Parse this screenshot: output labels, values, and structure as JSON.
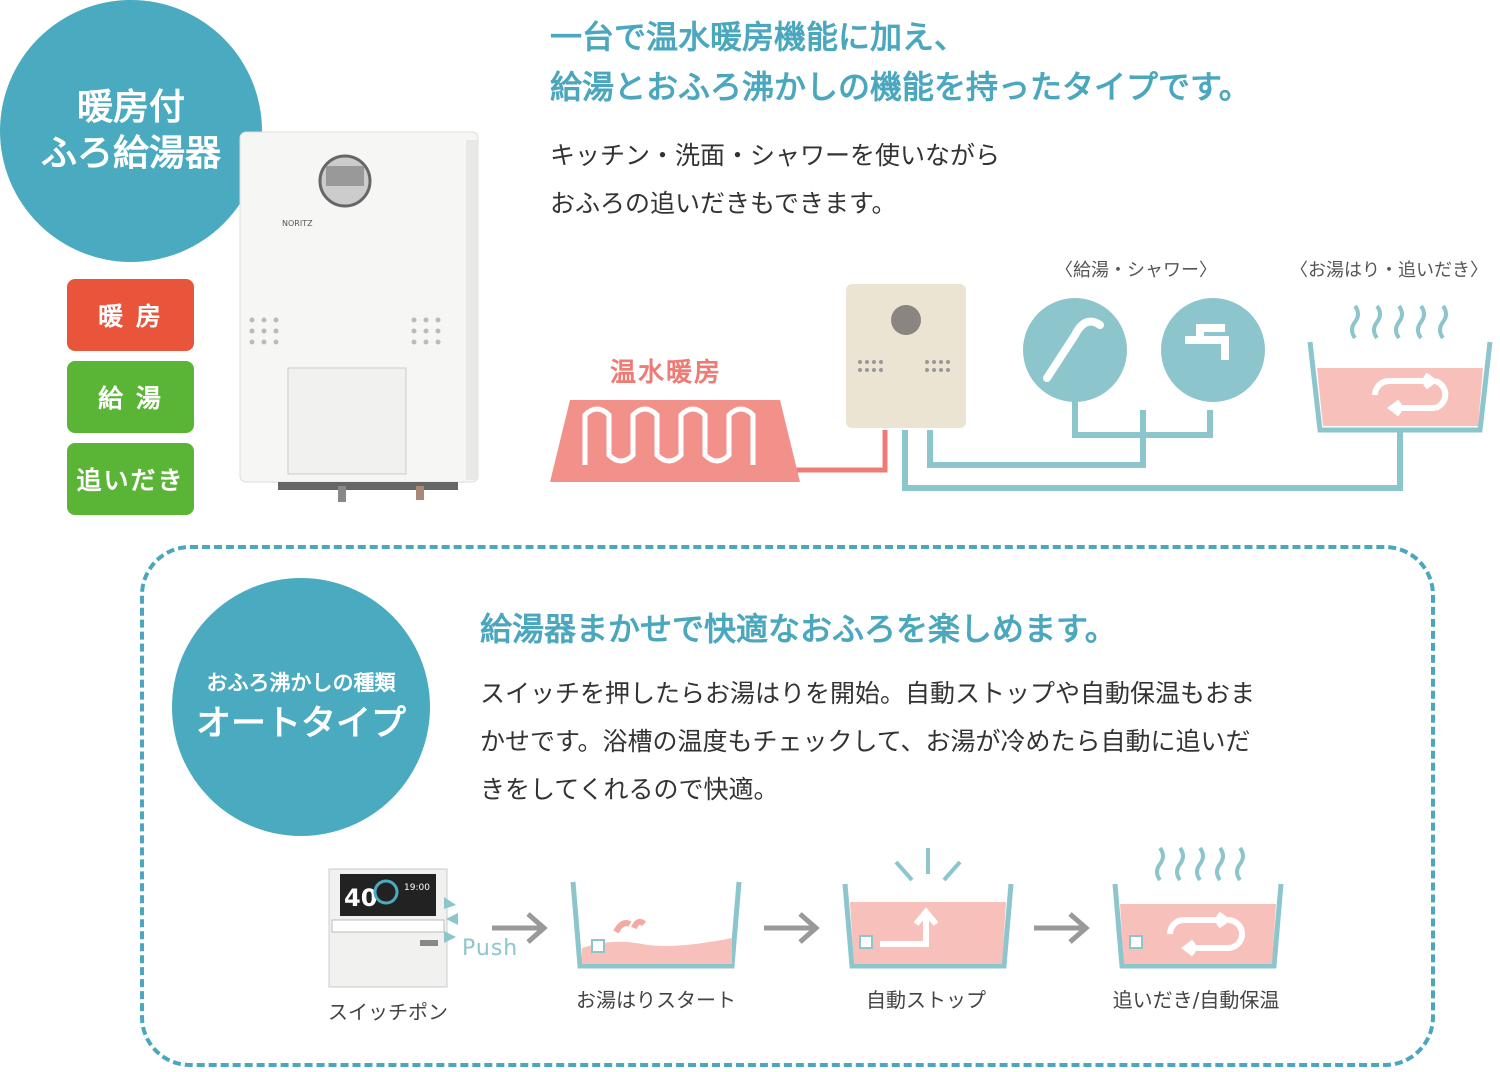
{
  "badge_main": {
    "line1": "暖房付",
    "line2": "ふろ給湯器"
  },
  "tags": [
    {
      "label": "暖 房",
      "color": "#e8553a"
    },
    {
      "label": "給 湯",
      "color": "#5ab436"
    },
    {
      "label": "追いだき",
      "color": "#5ab436"
    }
  ],
  "product_brand": "NORITZ",
  "top": {
    "heading_line1": "一台で温水暖房機能に加え、",
    "heading_line2": "給湯とおふろ沸かしの機能を持ったタイプです。",
    "text_line1": "キッチン・洗面・シャワーを使いながら",
    "text_line2": "おふろの追いだきもできます。"
  },
  "diagram": {
    "heating_label": "温水暖房",
    "label_shower": "〈給湯・シャワー〉",
    "label_bath": "〈お湯はり・追いだき〉"
  },
  "bottom": {
    "badge_line1": "おふろ沸かしの種類",
    "badge_line2": "オートタイプ",
    "heading": "給湯器まかせで快適なおふろを楽しめます。",
    "text_line1": "スイッチを押したらお湯はりを開始。自動ストップや自動保温もおま",
    "text_line2": "かせです。浴槽の温度もチェックして、お湯が冷めたら自動に追いだ",
    "text_line3": "きをしてくれるので快適。"
  },
  "steps": [
    {
      "label": "スイッチポン"
    },
    {
      "label": "お湯はりスタート"
    },
    {
      "label": "自動ストップ"
    },
    {
      "label": "追いだき/自動保温"
    }
  ],
  "remote": {
    "temp": "40",
    "time": "19:00",
    "push_label": "Push"
  },
  "colors": {
    "teal": "#4aaabf",
    "pink": "#f4aaa4",
    "red": "#e8553a",
    "green": "#5ab436",
    "pipe_teal": "#8cc6cc",
    "pipe_red": "#ee7b74"
  }
}
